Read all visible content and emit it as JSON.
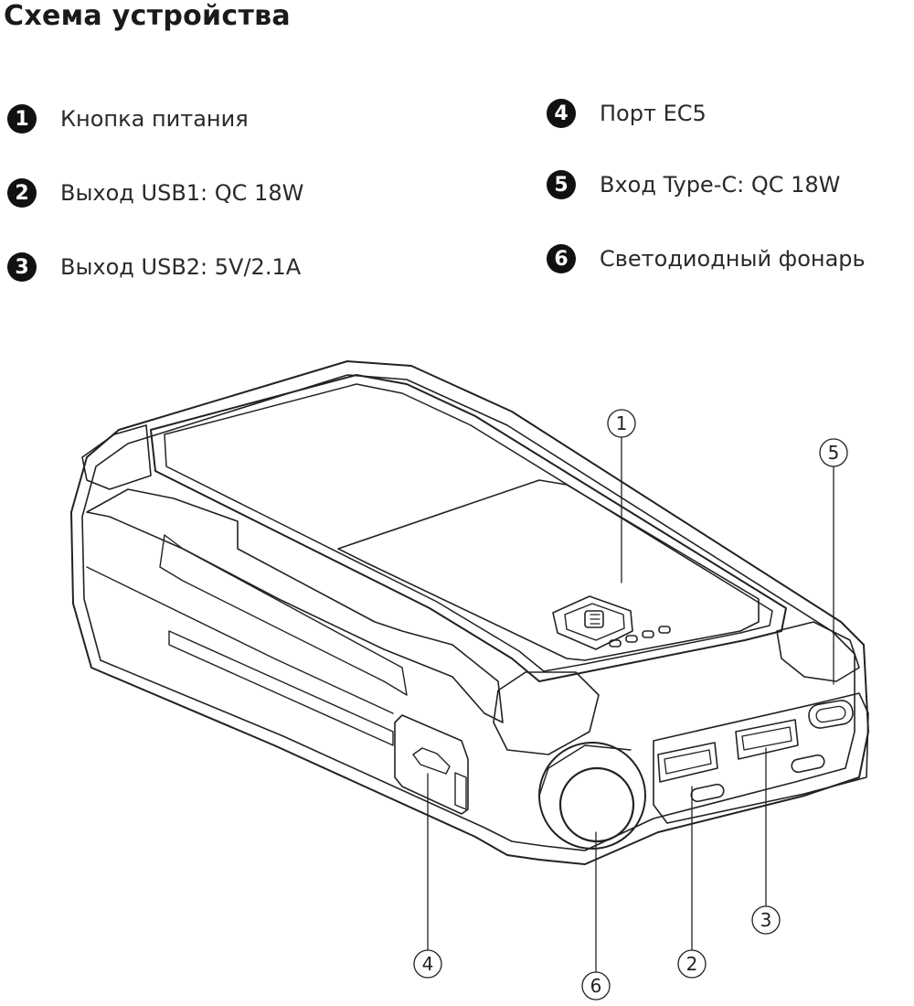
{
  "title": "Схема устройства",
  "legend": [
    {
      "num": "1",
      "label": "Кнопка питания"
    },
    {
      "num": "2",
      "label": "Выход USB1: QC 18W"
    },
    {
      "num": "3",
      "label": "Выход USB2: 5V/2.1A"
    },
    {
      "num": "4",
      "label": "Порт EC5"
    },
    {
      "num": "5",
      "label": "Вход Type-C: QC 18W"
    },
    {
      "num": "6",
      "label": "Светодиодный фонарь"
    }
  ],
  "callouts": [
    "1",
    "2",
    "3",
    "4",
    "5",
    "6"
  ]
}
